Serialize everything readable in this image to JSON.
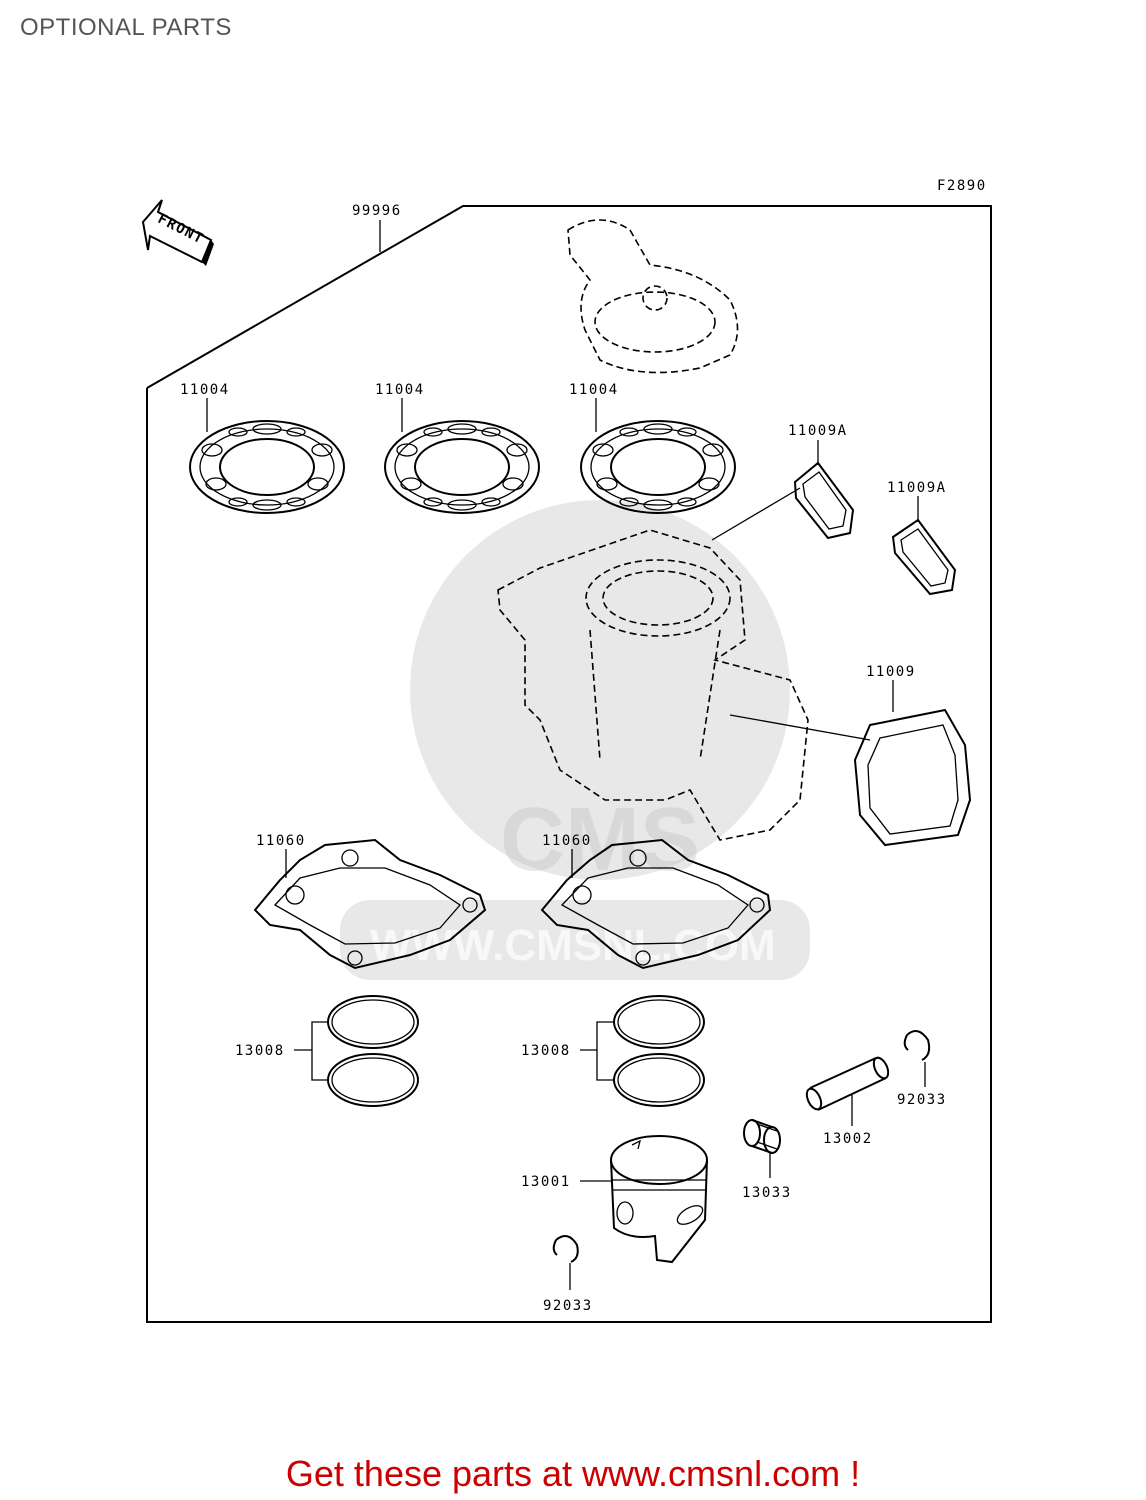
{
  "page": {
    "title": "OPTIONAL PARTS",
    "figure_code": "F2890",
    "front_label": "FRONT",
    "footer_text": "Get these parts at www.cmsnl.com !",
    "watermark_text": "WWW.CMSNL.COM",
    "watermark_logo_text": "CMS"
  },
  "parts": [
    {
      "id": "kit",
      "number": "99996"
    },
    {
      "id": "head-gasket-1",
      "number": "11004"
    },
    {
      "id": "head-gasket-2",
      "number": "11004"
    },
    {
      "id": "head-gasket-3",
      "number": "11004"
    },
    {
      "id": "exhaust-gasket-1",
      "number": "11009A"
    },
    {
      "id": "exhaust-gasket-2",
      "number": "11009A"
    },
    {
      "id": "reed-gasket",
      "number": "11009"
    },
    {
      "id": "base-gasket-1",
      "number": "11060"
    },
    {
      "id": "base-gasket-2",
      "number": "11060"
    },
    {
      "id": "piston-rings-1",
      "number": "13008"
    },
    {
      "id": "piston-rings-2",
      "number": "13008"
    },
    {
      "id": "piston",
      "number": "13001"
    },
    {
      "id": "piston-pin",
      "number": "13002"
    },
    {
      "id": "needle-bearing",
      "number": "13033"
    },
    {
      "id": "circlip-1",
      "number": "92033"
    },
    {
      "id": "circlip-2",
      "number": "92033"
    }
  ],
  "colors": {
    "title": "#555555",
    "footer": "#cc0000",
    "line": "#000000",
    "watermark": "#bdbdbd"
  }
}
